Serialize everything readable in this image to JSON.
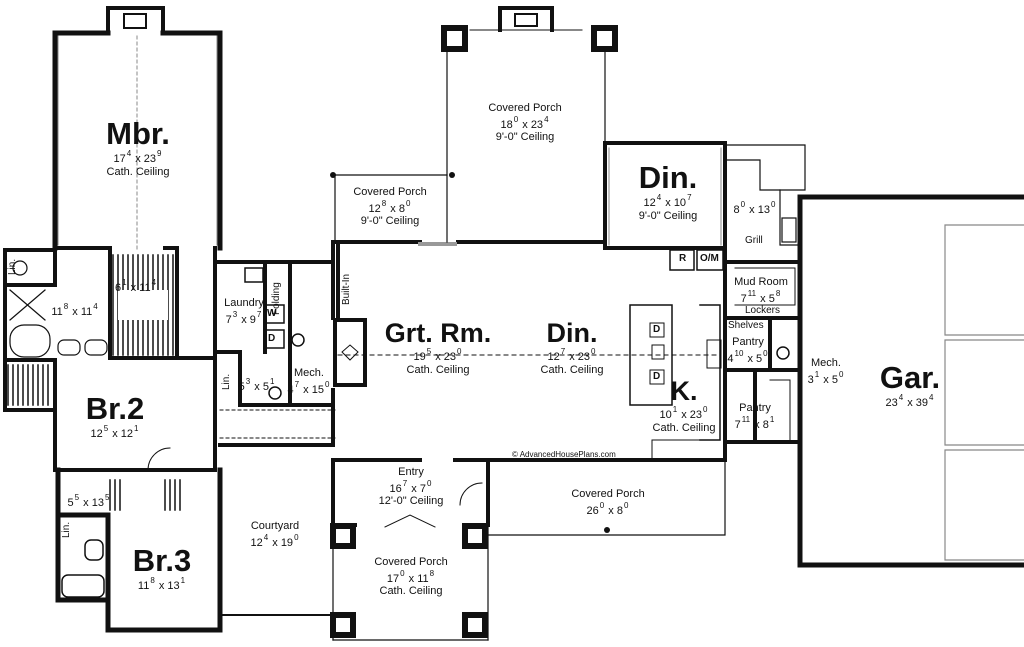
{
  "watermark": "AdvancedHousePlans.com",
  "rooms": {
    "mbr": {
      "name": "Mbr.",
      "w": "17",
      "w_in": "4",
      "h": "23",
      "h_in": "9",
      "note": "Cath. Ceiling"
    },
    "porch_rear": {
      "name": "Covered Porch",
      "w": "18",
      "w_in": "0",
      "h": "23",
      "h_in": "4",
      "note": "9'-0\" Ceiling"
    },
    "porch_left": {
      "name": "Covered Porch",
      "w": "12",
      "w_in": "8",
      "h": "8",
      "h_in": "0",
      "note": "9'-0\" Ceiling"
    },
    "din_upper": {
      "name": "Din.",
      "w": "12",
      "w_in": "4",
      "h": "10",
      "h_in": "7",
      "note": "9'-0\" Ceiling"
    },
    "grill": {
      "w": "8",
      "w_in": "0",
      "h": "13",
      "h_in": "0",
      "label": "Grill"
    },
    "closet": {
      "w": "6",
      "w_in": "1",
      "h": "11",
      "h_in": "4"
    },
    "bath_master": {
      "w": "11",
      "w_in": "8",
      "h": "11",
      "h_in": "4"
    },
    "laundry": {
      "name": "Laundry",
      "w": "7",
      "w_in": "3",
      "h": "9",
      "h_in": "7"
    },
    "grt": {
      "name": "Grt. Rm.",
      "w": "19",
      "w_in": "5",
      "h": "23",
      "h_in": "0",
      "note": "Cath. Ceiling"
    },
    "din_main": {
      "name": "Din.",
      "w": "12",
      "w_in": "7",
      "h": "23",
      "h_in": "0",
      "note": "Cath. Ceiling"
    },
    "kitchen": {
      "name": "K.",
      "w": "10",
      "w_in": "1",
      "h": "23",
      "h_in": "0",
      "note": "Cath. Ceiling"
    },
    "mudroom": {
      "name": "Mud Room",
      "w": "7",
      "w_in": "11",
      "h": "5",
      "h_in": "8"
    },
    "pantry1": {
      "name": "Pantry",
      "w": "4",
      "w_in": "10",
      "h": "5",
      "h_in": "0"
    },
    "mech_right": {
      "name": "Mech.",
      "w": "3",
      "w_in": "1",
      "h": "5",
      "h_in": "0"
    },
    "pantry2": {
      "name": "Pantry",
      "w": "7",
      "w_in": "11",
      "h": "8",
      "h_in": "1"
    },
    "garage": {
      "name": "Gar.",
      "w": "23",
      "w_in": "4",
      "h": "39",
      "h_in": "4"
    },
    "br2": {
      "name": "Br.2",
      "w": "12",
      "w_in": "5",
      "h": "12",
      "h_in": "1"
    },
    "bath_mid": {
      "w": "5",
      "w_in": "3",
      "h": "5",
      "h_in": "1"
    },
    "mech_left": {
      "name": "Mech.",
      "w": "4",
      "w_in": "7",
      "h": "15",
      "h_in": "0"
    },
    "bath_br3": {
      "w": "5",
      "w_in": "5",
      "h": "13",
      "h_in": "5"
    },
    "br3": {
      "name": "Br.3",
      "w": "11",
      "w_in": "8",
      "h": "13",
      "h_in": "1"
    },
    "courtyard": {
      "name": "Courtyard",
      "w": "12",
      "w_in": "4",
      "h": "19",
      "h_in": "0"
    },
    "entry": {
      "name": "Entry",
      "w": "16",
      "w_in": "7",
      "h": "7",
      "h_in": "0",
      "note": "12'-0\" Ceiling"
    },
    "porch_front": {
      "name": "Covered Porch",
      "w": "17",
      "w_in": "0",
      "h": "11",
      "h_in": "8",
      "note": "Cath. Ceiling"
    },
    "porch_right": {
      "name": "Covered Porch",
      "w": "26",
      "w_in": "0",
      "h": "8",
      "h_in": "0"
    }
  },
  "tags": {
    "lin": "Lin.",
    "folding": "Folding",
    "builtin": "Built-In",
    "w": "W",
    "d": "D",
    "r": "R",
    "om": "O/M",
    "lockers": "Lockers",
    "shelves": "Shelves"
  }
}
